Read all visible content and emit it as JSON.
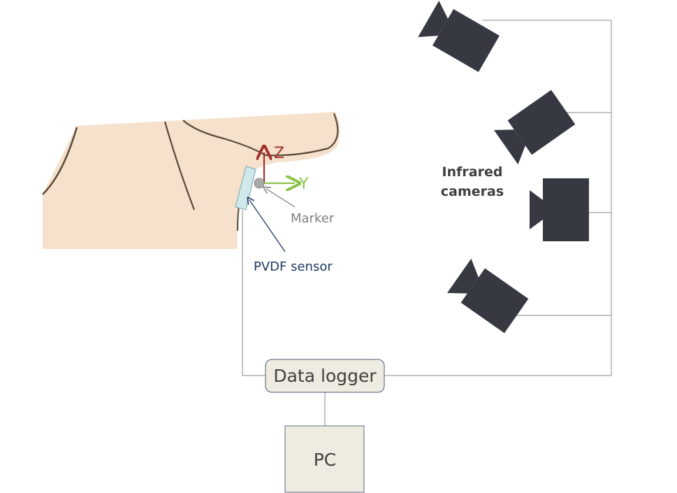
{
  "labels": {
    "axis_z": "Z",
    "axis_y": "Y",
    "marker": "Marker",
    "pvdf_sensor": "PVDF sensor",
    "infrared_cameras_line1": "Infrared",
    "infrared_cameras_line2": "cameras",
    "data_logger": "Data logger",
    "pc": "PC"
  },
  "colors": {
    "skin": "#f5e1cc",
    "skin_outline": "#5a4a3a",
    "camera": "#363842",
    "wire": "#8a8a8a",
    "box_fill": "#eeebe0",
    "box_stroke_logger": "#4a5a7a",
    "box_stroke_pc": "#5a6a8a",
    "z_axis": "#a5302c",
    "y_axis": "#8bc34a",
    "marker_text": "#7f7f7f",
    "pvdf_text": "#1f3864",
    "pvdf_fill": "#cfe8ea",
    "camera_label": "#3f3f3f"
  },
  "icons": [
    "camera-icon",
    "marker-dot-icon",
    "pvdf-sensor-icon",
    "skin-illustration"
  ]
}
